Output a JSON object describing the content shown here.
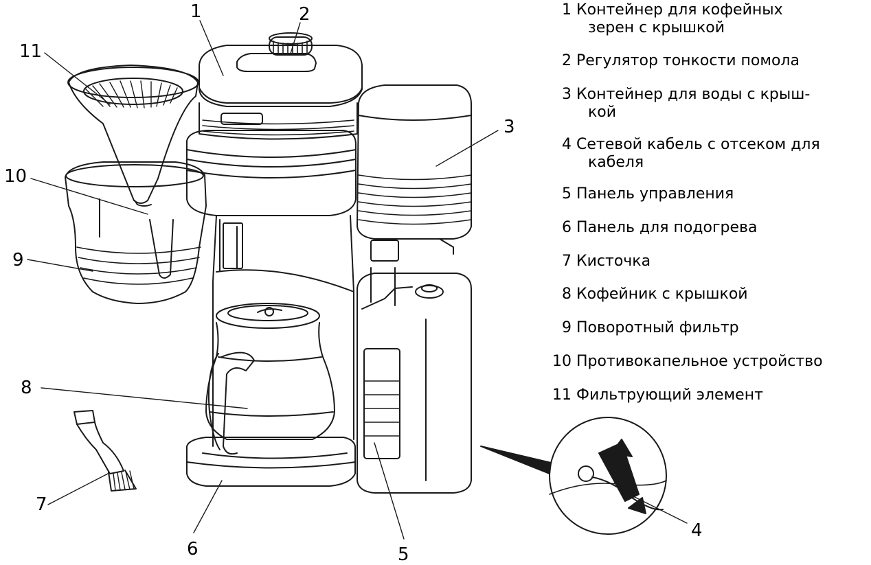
{
  "legend": [
    {
      "num": "1",
      "line1": "Контейнер для кофейных",
      "line2": "зерен с крышкой"
    },
    {
      "num": "2",
      "line1": "Регулятор тонкости помола",
      "line2": ""
    },
    {
      "num": "3",
      "line1": "Контейнер для воды с крыш-",
      "line2": "кой"
    },
    {
      "num": "4",
      "line1": "Сетевой кабель с отсеком для",
      "line2": "кабеля"
    },
    {
      "num": "5",
      "line1": "Панель управления",
      "line2": ""
    },
    {
      "num": "6",
      "line1": "Панель для подогрева",
      "line2": ""
    },
    {
      "num": "7",
      "line1": "Кисточка",
      "line2": ""
    },
    {
      "num": "8",
      "line1": "Кофейник с крышкой",
      "line2": ""
    },
    {
      "num": "9",
      "line1": "Поворотный фильтр",
      "line2": ""
    },
    {
      "num": "10",
      "line1": "Противокапельное устройство",
      "line2": ""
    },
    {
      "num": "11",
      "line1": "Фильтрующий элемент",
      "line2": ""
    }
  ],
  "callouts": {
    "n1": "1",
    "n2": "2",
    "n3": "3",
    "n4": "4",
    "n5": "5",
    "n6": "6",
    "n7": "7",
    "n8": "8",
    "n9": "9",
    "n10": "10",
    "n11": "11"
  },
  "colors": {
    "line": "#1a1a1a",
    "background": "#ffffff"
  }
}
